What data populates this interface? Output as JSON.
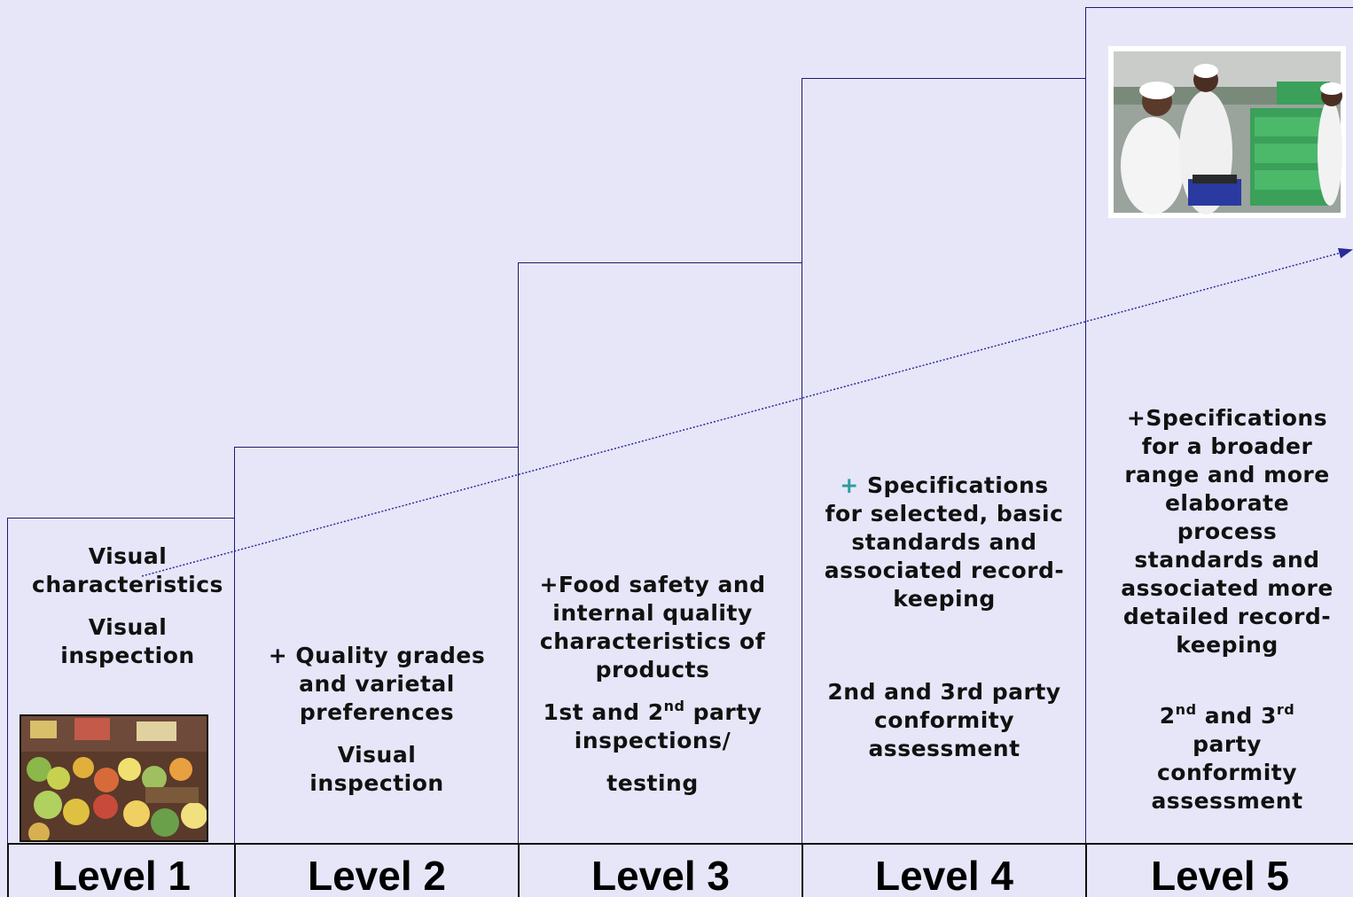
{
  "levels": [
    {
      "label": "Level 1",
      "lines_a": [
        "Visual",
        "characteristics"
      ],
      "lines_b": [
        "Visual",
        "inspection"
      ]
    },
    {
      "label": "Level 2",
      "lines_a": [
        "+ Quality grades",
        "and varietal",
        "preferences"
      ],
      "lines_b": [
        "Visual",
        "inspection"
      ]
    },
    {
      "label": "Level 3",
      "lines_a": [
        "+Food safety and",
        "internal quality",
        "characteristics of",
        "products"
      ],
      "party_1": "1st and 2",
      "party_sup": "nd",
      "party_2": " party",
      "line_c": "inspections/",
      "line_d": "testing"
    },
    {
      "label": "Level 4",
      "plus": "+",
      "line_a1": " Specifications",
      "lines_a": [
        "for selected, basic",
        "standards and",
        "associated record-",
        "keeping"
      ],
      "lines_b": [
        "2nd and 3rd  party",
        "conformity",
        "assessment"
      ]
    },
    {
      "label": "Level 5",
      "lines_a": [
        "+Specifications",
        "for a broader",
        "range and more",
        "elaborate",
        "process",
        "standards and",
        "associated more",
        "detailed record-",
        "keeping"
      ],
      "b_1": "2",
      "b_sup1": "nd",
      "b_2": " and 3",
      "b_sup2": "rd",
      "lines_b": [
        "party",
        "conformity",
        "assessment"
      ]
    }
  ],
  "colors": {
    "background": "#e6e6f8",
    "border": "#1e1a6e",
    "arrow": "#2a2a9a",
    "teal_plus": "#2a9d9a"
  }
}
